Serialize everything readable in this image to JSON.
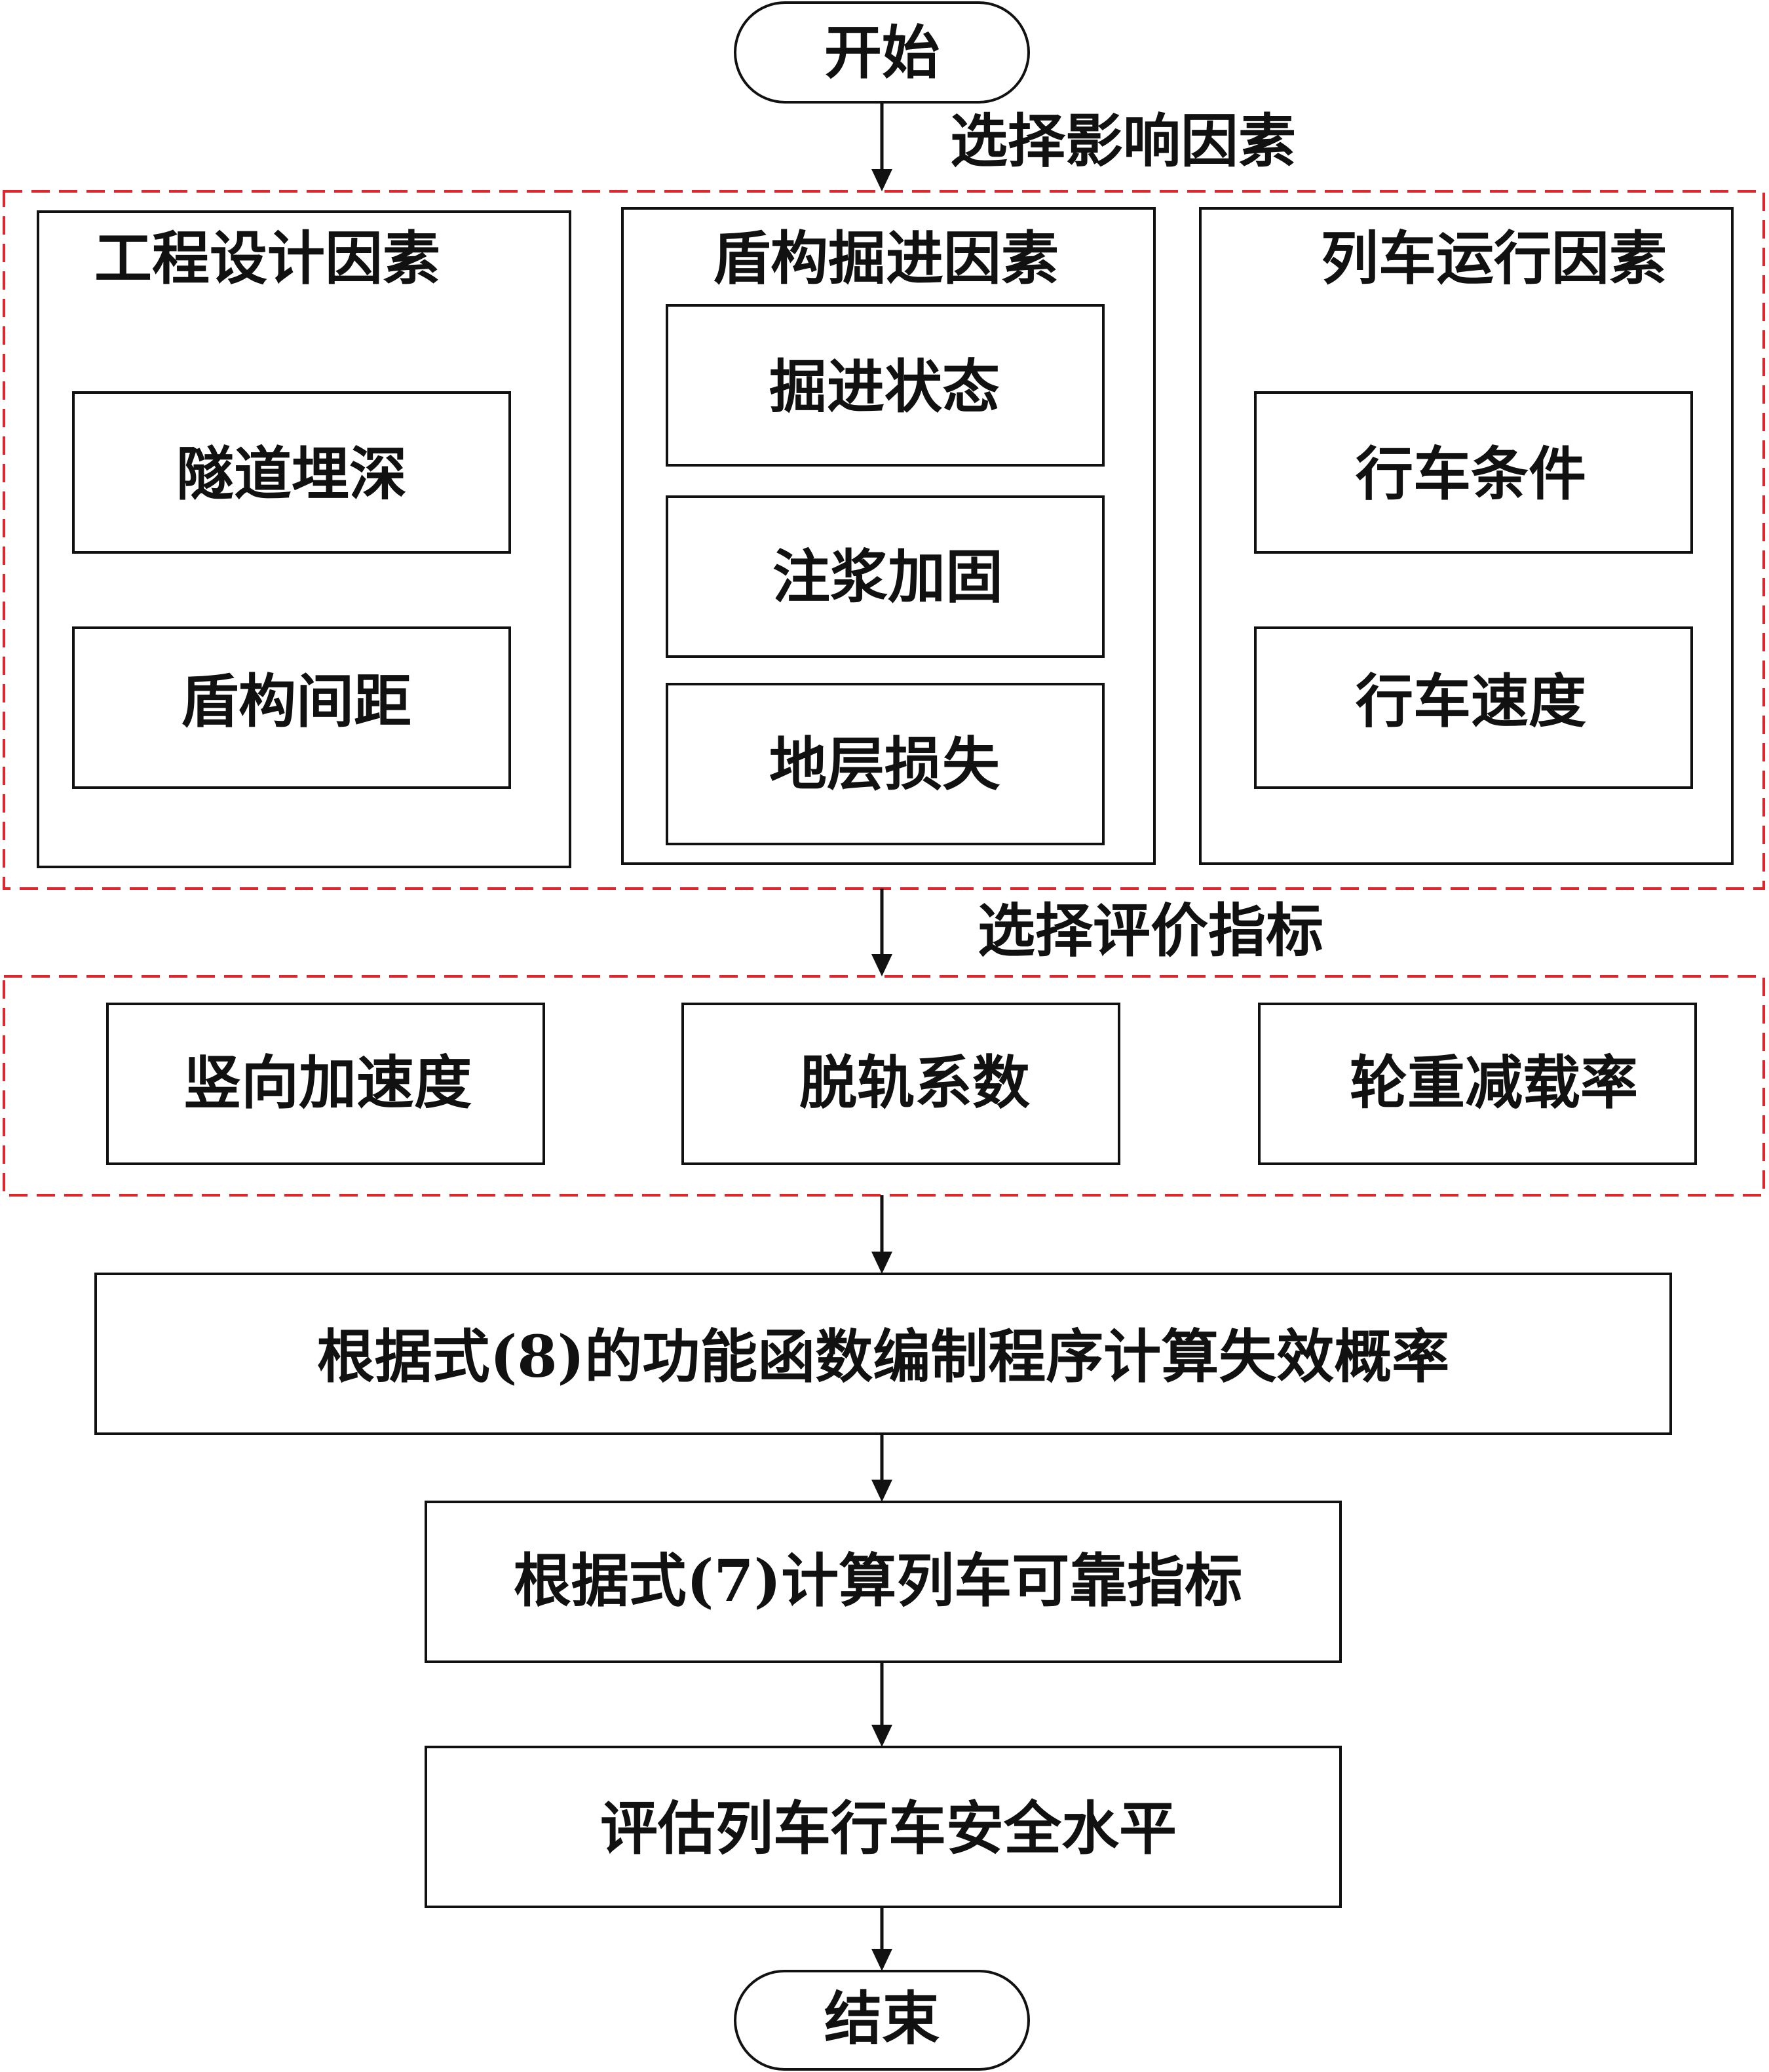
{
  "start": "开始",
  "end": "结束",
  "edge_label_1": "选择影响因素",
  "edge_label_2": "选择评价指标",
  "factor_groups": [
    {
      "title": "工程设计因素",
      "items": [
        "隧道埋深",
        "盾构间距"
      ]
    },
    {
      "title": "盾构掘进因素",
      "items": [
        "掘进状态",
        "注浆加固",
        "地层损失"
      ]
    },
    {
      "title": "列车运行因素",
      "items": [
        "行车条件",
        "行车速度"
      ]
    }
  ],
  "indicators": [
    "竖向加速度",
    "脱轨系数",
    "轮重减载率"
  ],
  "steps": [
    "根据式(8)的功能函数编制程序计算失效概率",
    "根据式(7)计算列车可靠指标",
    "评估列车行车安全水平"
  ],
  "colors": {
    "dashed_border": "#e0262b",
    "line": "#111111",
    "background": "#ffffff"
  }
}
